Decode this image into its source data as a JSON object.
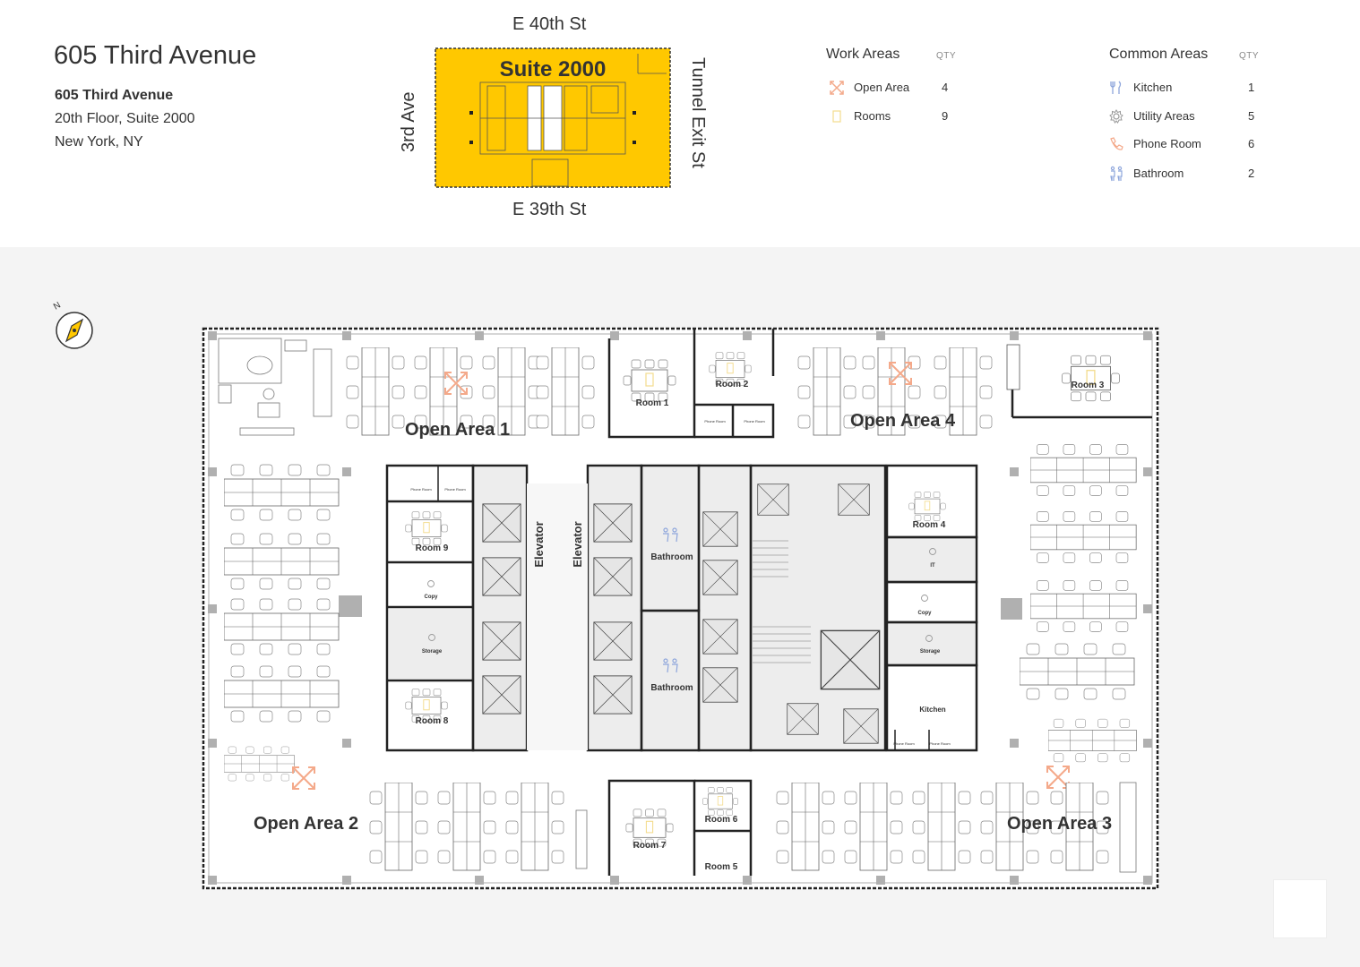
{
  "building": {
    "name": "605 Third Avenue",
    "address_line1": "605 Third Avenue",
    "address_line2": "20th Floor, Suite 2000",
    "address_line3": "New York, NY"
  },
  "keymap": {
    "suite_label": "Suite 2000",
    "street_north": "E 40th St",
    "street_south": "E 39th St",
    "street_west": "3rd Ave",
    "street_east": "Tunnel Exit St",
    "highlight_color": "#ffc800"
  },
  "legend": {
    "qty_label": "QTY",
    "work_title": "Work Areas",
    "work_items": [
      {
        "label": "Open Area",
        "qty": "4",
        "icon": "open-area-icon",
        "color": "#f4a98a"
      },
      {
        "label": "Rooms",
        "qty": "9",
        "icon": "room-icon",
        "color": "#f3dc8e"
      }
    ],
    "common_title": "Common Areas",
    "common_items": [
      {
        "label": "Kitchen",
        "qty": "1",
        "icon": "kitchen-icon",
        "color": "#8ea6dc"
      },
      {
        "label": "Utility Areas",
        "qty": "5",
        "icon": "gear-icon",
        "color": "#999999"
      },
      {
        "label": "Phone Room",
        "qty": "6",
        "icon": "phone-icon",
        "color": "#f4a98a"
      },
      {
        "label": "Bathroom",
        "qty": "2",
        "icon": "bathroom-icon",
        "color": "#8ea6dc"
      }
    ]
  },
  "compass": {
    "label": "N"
  },
  "floorplan": {
    "open_areas": [
      "Open Area 1",
      "Open Area 2",
      "Open Area 3",
      "Open Area 4"
    ],
    "rooms": [
      "Room 1",
      "Room 2",
      "Room 3",
      "Room 4",
      "Room 5",
      "Room 6",
      "Room 7",
      "Room 8",
      "Room 9"
    ],
    "elevator": "Elevator",
    "bathroom": "Bathroom",
    "phone_room": "Phone Room",
    "copy": "Copy",
    "storage": "Storage",
    "it": "IT",
    "kitchen": "Kitchen"
  }
}
